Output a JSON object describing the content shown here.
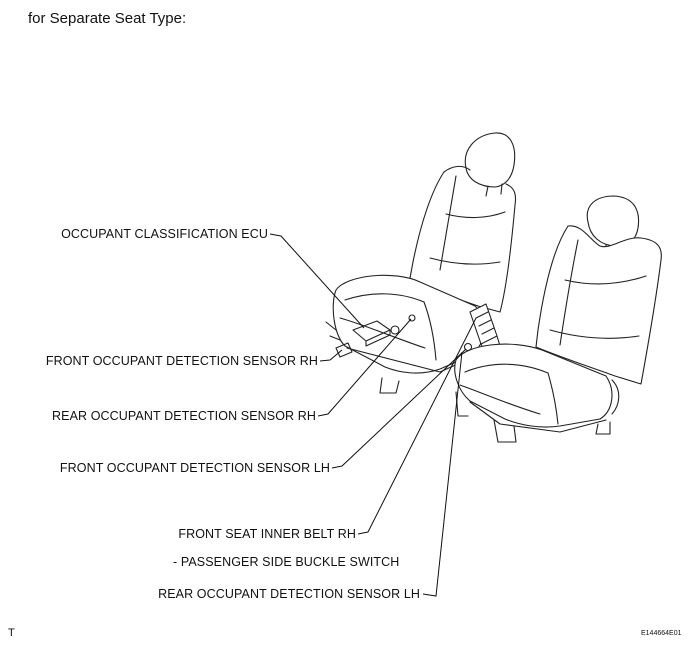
{
  "title": "for Separate Seat Type:",
  "labels": {
    "occupant_classification_ecu": "OCCUPANT CLASSIFICATION ECU",
    "front_occupant_sensor_rh": "FRONT OCCUPANT DETECTION SENSOR RH",
    "rear_occupant_sensor_rh": "REAR OCCUPANT DETECTION SENSOR RH",
    "front_occupant_sensor_lh": "FRONT OCCUPANT DETECTION SENSOR LH",
    "front_seat_inner_belt_rh": "FRONT SEAT INNER BELT RH",
    "passenger_side_buckle_switch": "- PASSENGER SIDE BUCKLE SWITCH",
    "rear_occupant_sensor_lh": "REAR OCCUPANT DETECTION SENSOR LH"
  },
  "corner_mark": "T",
  "figure_code": "E144664E01",
  "colors": {
    "line": "#222222",
    "background": "#ffffff"
  }
}
